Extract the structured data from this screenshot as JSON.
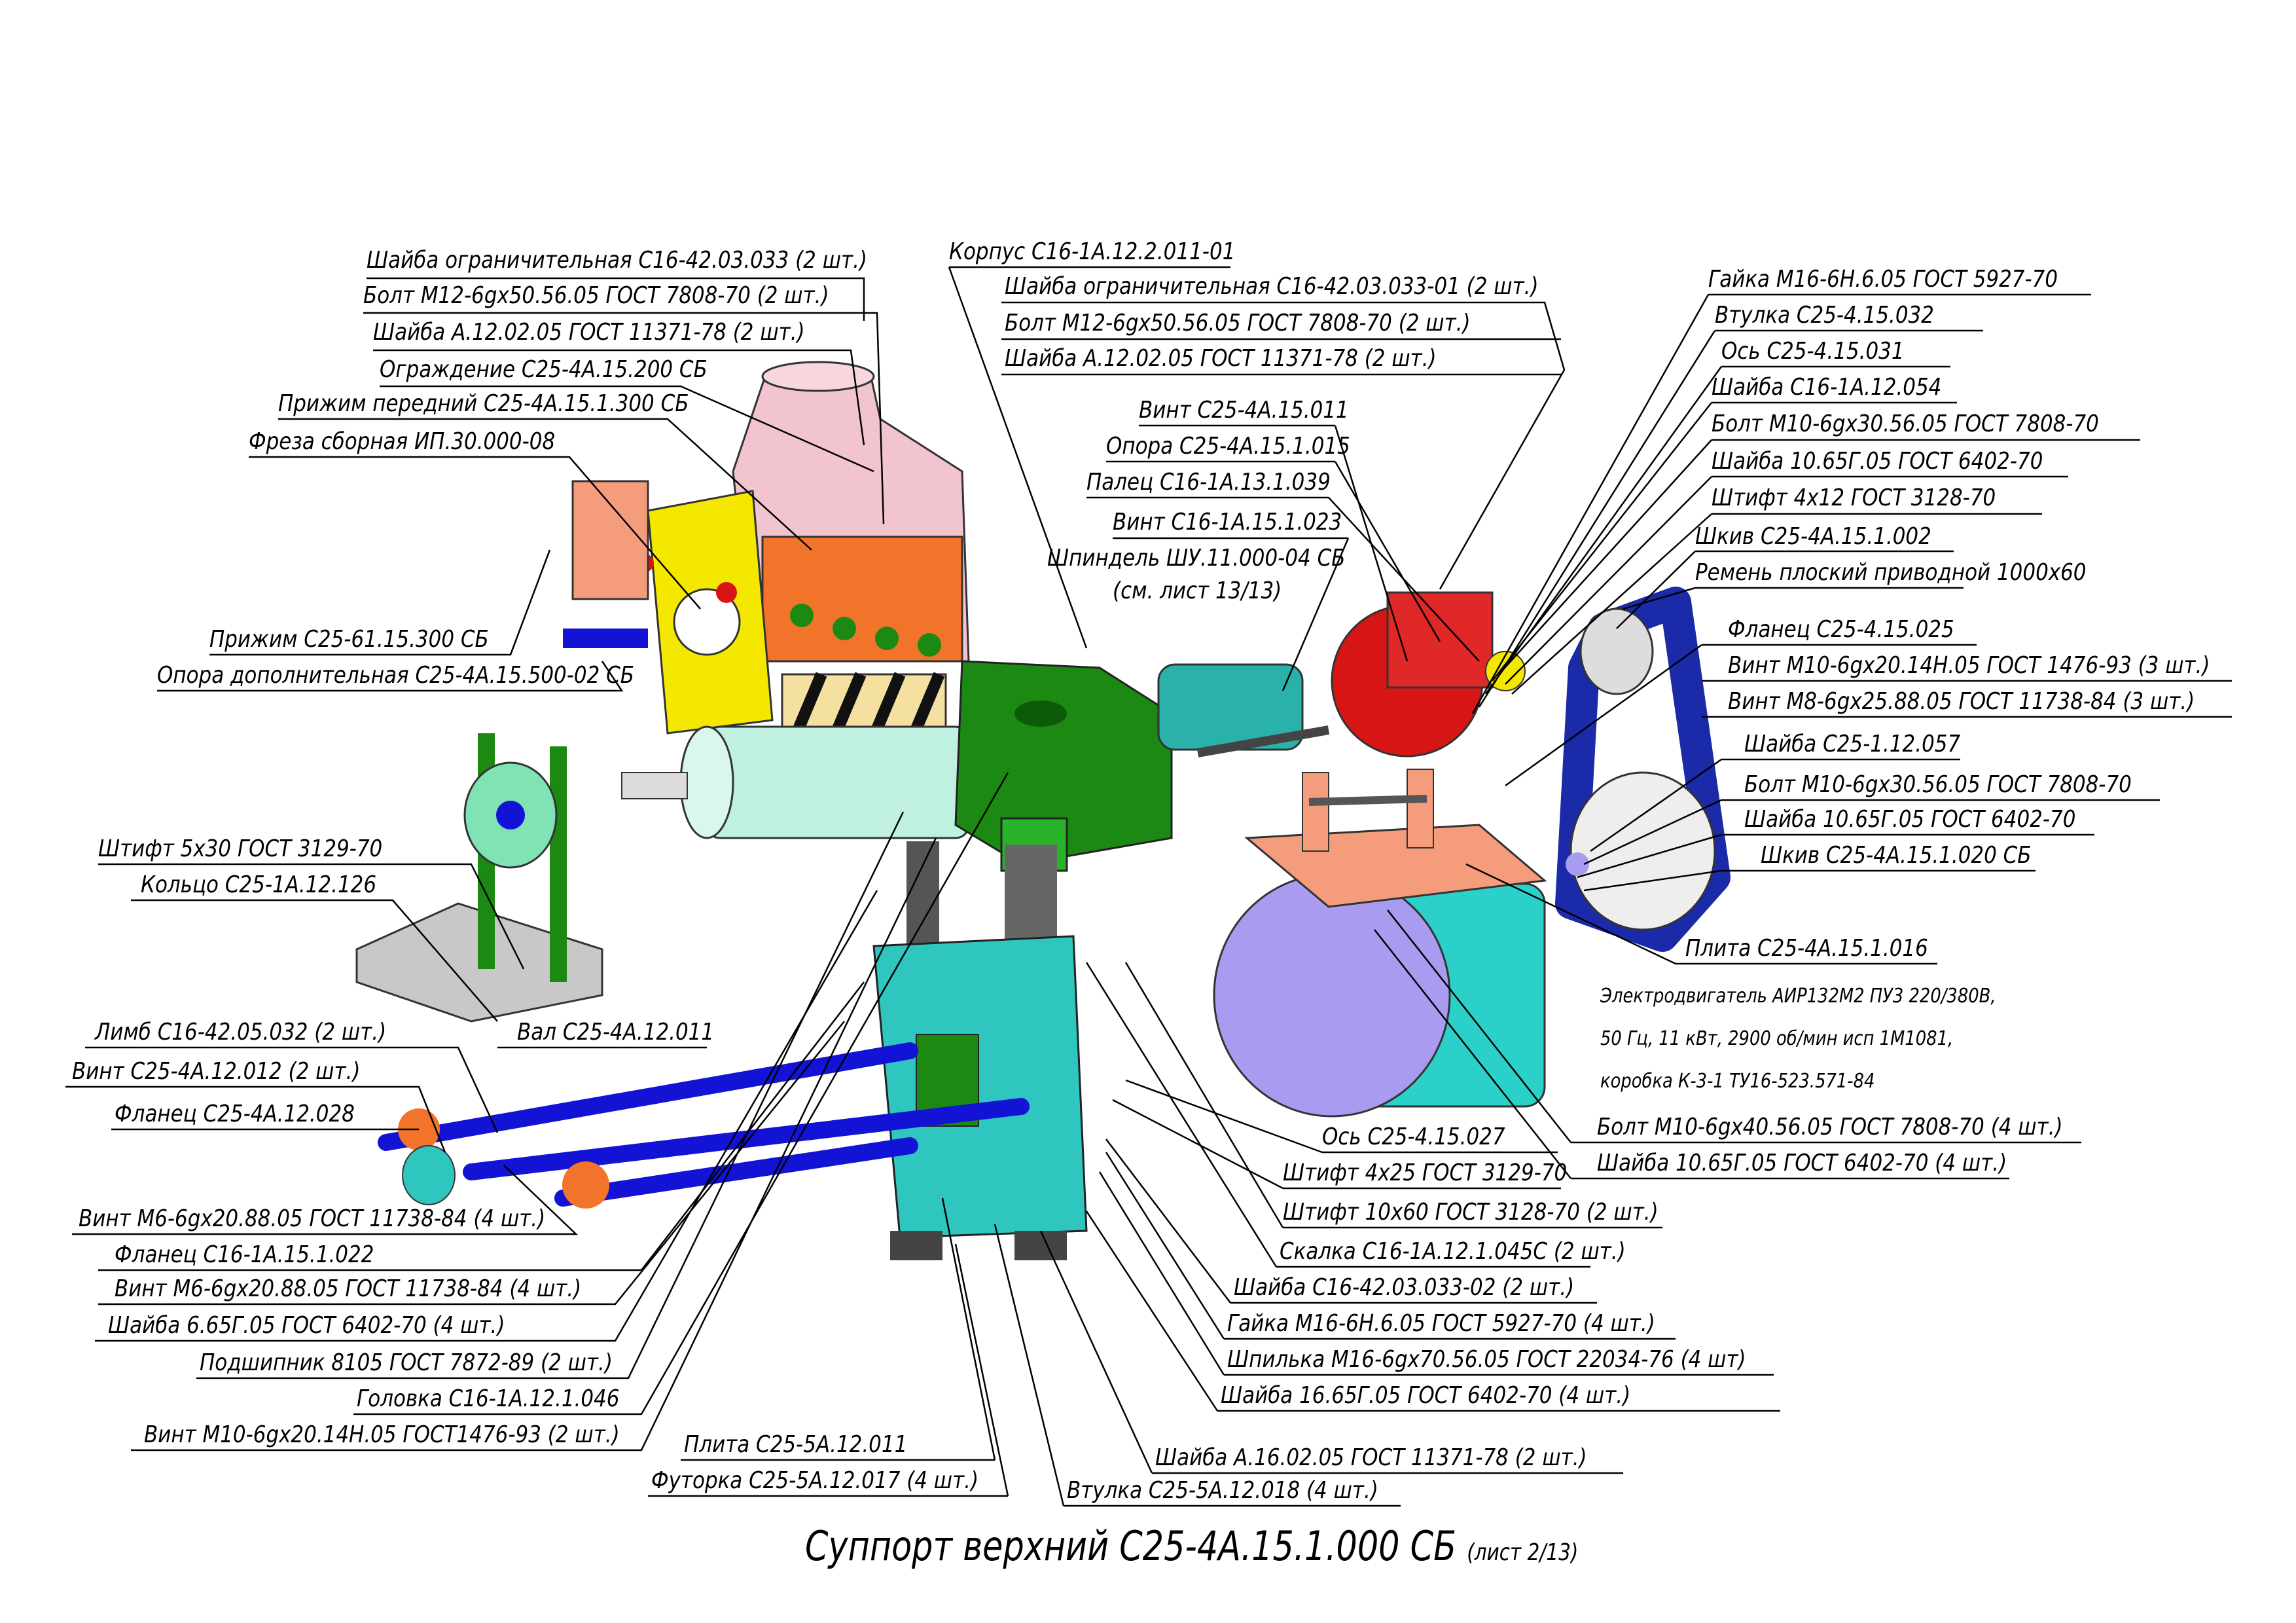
{
  "title": "Суппорт верхний С25-4А.15.1.000 СБ",
  "subtitle": "(лист 2/13)",
  "labels": {
    "l01": "Шайба ограничительная С16-42.03.033 (2 шт.)",
    "l02": "Болт М12-6gх50.56.05 ГОСТ 7808-70 (2 шт.)",
    "l03": "Шайба А.12.02.05 ГОСТ 11371-78 (2 шт.)",
    "l04": "Ограждение С25-4А.15.200 СБ",
    "l05": "Прижим передний С25-4А.15.1.300 СБ",
    "l06": "Фреза сборная ИП.30.000-08",
    "l07": "Прижим С25-61.15.300 СБ",
    "l08": "Опора дополнительная С25-4А.15.500-02 СБ",
    "l09": "Корпус С16-1А.12.2.011-01",
    "l10": "Шайба ограничительная С16-42.03.033-01 (2 шт.)",
    "l11": "Болт М12-6gх50.56.05 ГОСТ 7808-70 (2 шт.)",
    "l12": "Шайба А.12.02.05 ГОСТ 11371-78 (2 шт.)",
    "l13": "Винт С25-4А.15.011",
    "l14": "Опора С25-4А.15.1.015",
    "l15": "Палец С16-1А.13.1.039",
    "l16": "Винт С16-1А.15.1.023",
    "l17": "Шпиндель ШУ.11.000-04 СБ",
    "l18": "(см. лист 13/13)",
    "l19": "Гайка М16-6Н.6.05 ГОСТ 5927-70",
    "l20": "Втулка С25-4.15.032",
    "l21": "Ось С25-4.15.031",
    "l22": "Шайба С16-1А.12.054",
    "l23": "Болт М10-6gх30.56.05 ГОСТ 7808-70",
    "l24": "Шайба 10.65Г.05 ГОСТ 6402-70",
    "l25": "Штифт 4х12 ГОСТ 3128-70",
    "l26": "Шкив С25-4А.15.1.002",
    "l27": "Ремень плоский приводной 1000х60",
    "l28": "Фланец С25-4.15.025",
    "l29": "Винт М10-6gх20.14Н.05 ГОСТ 1476-93 (3 шт.)",
    "l30": "Винт М8-6gх25.88.05 ГОСТ 11738-84 (3 шт.)",
    "l31": "Шайба С25-1.12.057",
    "l32": "Болт М10-6gх30.56.05 ГОСТ 7808-70",
    "l33": "Шайба 10.65Г.05 ГОСТ 6402-70",
    "l34": "Шкив С25-4А.15.1.020 СБ",
    "l35": "Плита С25-4А.15.1.016",
    "l36": "Электродвигатель АИР132М2 ПУ3 220/380В,",
    "l37": "50 Гц, 11 кВт, 2900 об/мин исп 1М1081,",
    "l38": "коробка К-3-1 ТУ16-523.571-84",
    "l39": "Болт М10-6gх40.56.05 ГОСТ 7808-70 (4 шт.)",
    "l40": "Шайба 10.65Г.05 ГОСТ 6402-70 (4 шт.)",
    "l41": "Штифт 5х30 ГОСТ 3129-70",
    "l42": "Кольцо С25-1А.12.126",
    "l43": "Лимб С16-42.05.032 (2 шт.)",
    "l44": "Вал С25-4А.12.011",
    "l45": "Винт С25-4А.12.012 (2 шт.)",
    "l46": "Фланец С25-4А.12.028",
    "l47": "Ось С25-4.15.027",
    "l48": "Штифт 4х25 ГОСТ 3129-70",
    "l49": "Винт М6-6gх20.88.05 ГОСТ 11738-84 (4 шт.)",
    "l50": "Штифт 10х60 ГОСТ 3128-70 (2 шт.)",
    "l51": "Фланец С16-1А.15.1.022",
    "l52": "Скалка С16-1А.12.1.045С (2 шт.)",
    "l53": "Винт М6-6gх20.88.05 ГОСТ 11738-84 (4 шт.)",
    "l54": "Шайба С16-42.03.033-02 (2 шт.)",
    "l55": "Шайба 6.65Г.05 ГОСТ 6402-70 (4 шт.)",
    "l56": "Гайка М16-6Н.6.05 ГОСТ 5927-70 (4 шт.)",
    "l57": "Подшипник 8105 ГОСТ 7872-89 (2 шт.)",
    "l58": "Шпилька М16-6gх70.56.05 ГОСТ 22034-76 (4 шт)",
    "l59": "Головка С16-1А.12.1.046",
    "l60": "Шайба 16.65Г.05 ГОСТ 6402-70 (4 шт.)",
    "l61": "Винт М10-6gх20.14Н.05 ГОСТ1476-93 (2 шт.)",
    "l62": "Плита С25-5А.12.011",
    "l63": "Шайба А.16.02.05 ГОСТ 11371-78 (2 шт.)",
    "l64": "Футорка С25-5А.12.017 (4 шт.)",
    "l65": "Втулка С25-5А.12.018 (4 шт.)"
  },
  "colors": {
    "guard_pink": "#f2c4cf",
    "clamp_orange": "#f2742b",
    "body_green": "#1c8a12",
    "spindle_teal": "#2ab1aa",
    "motor_cyan": "#2bd0c9",
    "motor_lavender": "#a99bef",
    "plate_salmon": "#f49c7c",
    "pulley_red": "#d81515",
    "belt_blue": "#1a2aa8",
    "shaft_blue": "#1313d6",
    "base_teal": "#2fc6c0",
    "cutter_yellow": "#f4e800",
    "leader_line": "#000000"
  }
}
